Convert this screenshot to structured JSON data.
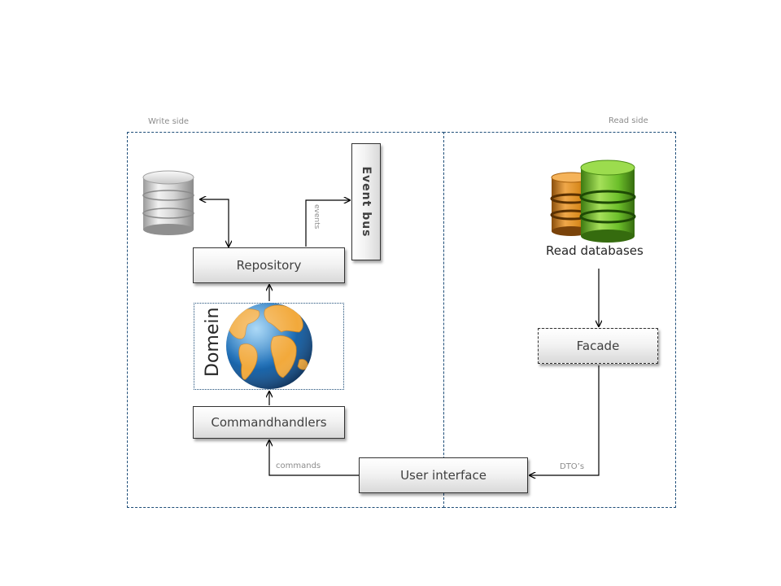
{
  "regions": {
    "write_side_label": "Write side",
    "read_side_label": "Read side"
  },
  "nodes": {
    "event_bus": "Event bus",
    "events_label": "events",
    "repository": "Repository",
    "domain": "Domein",
    "commandhandlers": "Commandhandlers",
    "commands_label": "commands",
    "user_interface": "User interface",
    "dtos_label": "DTO’s",
    "facade": "Facade",
    "read_databases": "Read databases"
  },
  "icons": {
    "write_database": "database-icon",
    "read_databases": "database-stack-icon",
    "domain_globe": "globe-icon"
  },
  "colors": {
    "region_border": "#1f4e79",
    "db_orange": "#d98b1f",
    "db_green": "#6cbf2a",
    "globe_ocean": "#1d6fb8",
    "globe_land": "#f2a93b"
  }
}
